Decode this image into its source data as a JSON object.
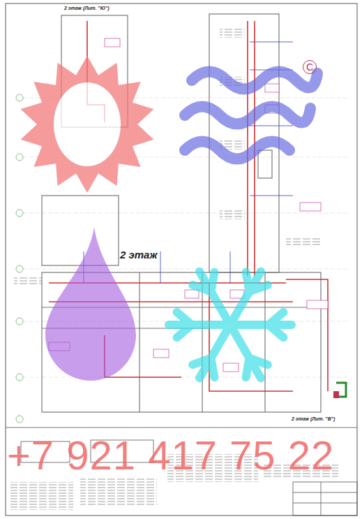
{
  "diagram": {
    "labels": [
      "2 этаж (Лит. \"Ю\")",
      "2 этаж",
      "2 этаж (Лит. \"В\")",
      "C",
      "+7 921 417 75 22"
    ]
  }
}
